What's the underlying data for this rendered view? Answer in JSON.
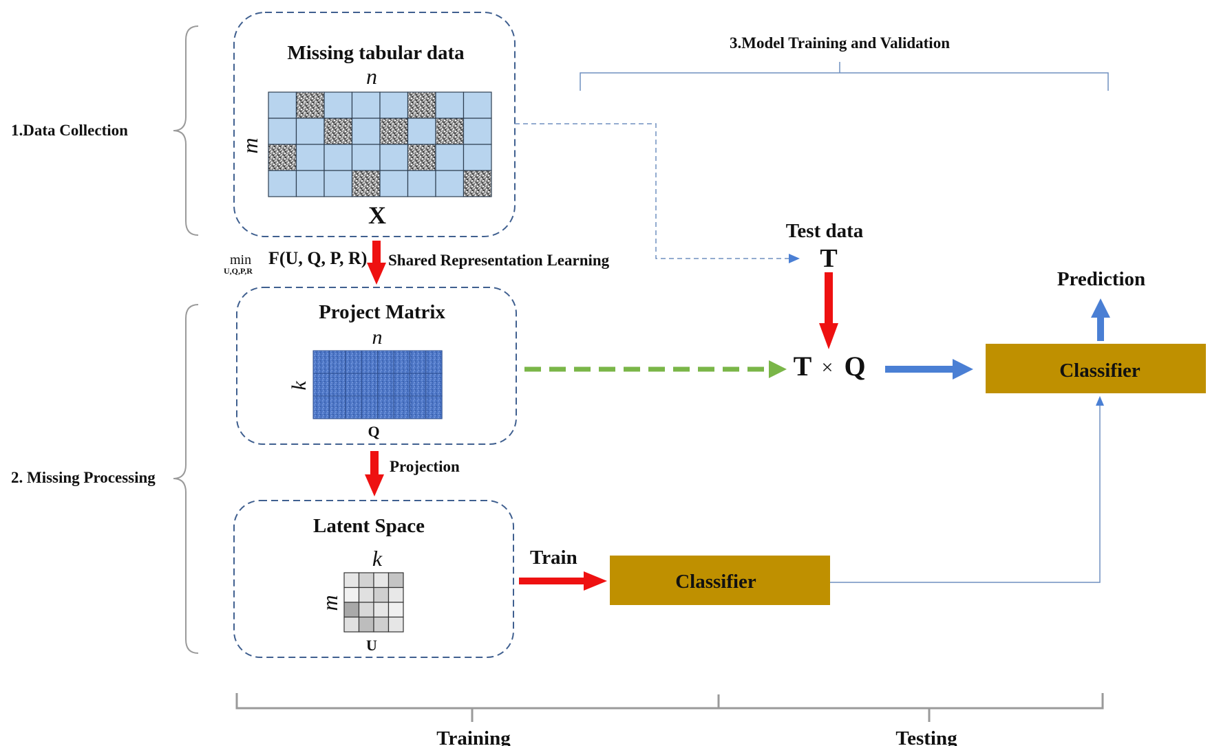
{
  "left_labels": {
    "data_collection": "1.Data Collection",
    "missing_processing": "2. Missing Processing"
  },
  "top_label": "3.Model Training and Validation",
  "bottom_labels": {
    "training": "Training",
    "testing": "Testing"
  },
  "box_missing": {
    "title": "Missing tabular data",
    "col_dim": "n",
    "row_dim": "m",
    "matrix_name": "X",
    "rows": 4,
    "cols": 8,
    "missing_cells": [
      [
        0,
        1
      ],
      [
        0,
        5
      ],
      [
        1,
        2
      ],
      [
        1,
        4
      ],
      [
        1,
        6
      ],
      [
        2,
        0
      ],
      [
        2,
        5
      ],
      [
        3,
        3
      ],
      [
        3,
        7
      ]
    ]
  },
  "shared_step": {
    "min_text": "min",
    "min_sub": "U,Q,P,R",
    "objective": "F(U, Q, P, R)",
    "label": "Shared Representation Learning"
  },
  "box_project": {
    "title": "Project Matrix",
    "col_dim": "n",
    "row_dim": "k",
    "matrix_name": "Q",
    "rows": 3,
    "cols": 8
  },
  "projection_label": "Projection",
  "box_latent": {
    "title": "Latent Space",
    "col_dim": "k",
    "row_dim": "m",
    "matrix_name": "U",
    "rows": 4,
    "cols": 4,
    "shades": [
      [
        "#e6e6e6",
        "#d2d2d2",
        "#e6e6e6",
        "#c4c4c4"
      ],
      [
        "#f2f2f2",
        "#e0e0e0",
        "#cfcfcf",
        "#e8e8e8"
      ],
      [
        "#a9a9a9",
        "#d8d8d8",
        "#e6e6e6",
        "#f0f0f0"
      ],
      [
        "#e0e0e0",
        "#bdbdbd",
        "#cfcfcf",
        "#e6e6e6"
      ]
    ]
  },
  "train_label": "Train",
  "classifier_train": "Classifier",
  "test_data": {
    "title": "Test data",
    "symbol": "T"
  },
  "product": {
    "left": "T",
    "op": "×",
    "right": "Q"
  },
  "classifier_test": "Classifier",
  "prediction_label": "Prediction",
  "colors": {
    "box_border": "#3f5f8f",
    "cell_blue": "#b8d4ee",
    "cell_grid": "#2d3e50",
    "q_blue": "#4d72c4",
    "classifier_fill": "#bf9000",
    "red_arrow": "#ee1111",
    "blue_arrow": "#4a7fd4",
    "green_dash": "#7ab648",
    "thin_line": "#6f8fbf",
    "bracket_gray": "#9a9a9a"
  }
}
